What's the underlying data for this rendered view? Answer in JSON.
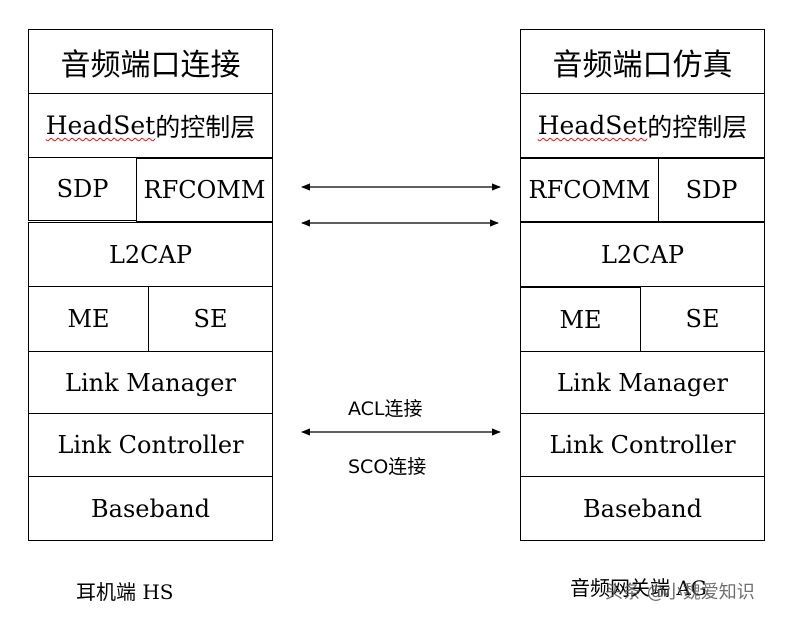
{
  "left_stack": {
    "title": "音频端口连接",
    "headset_prefix": "HeadSet",
    "headset_suffix": "的控制层",
    "sdp": "SDP",
    "rfcomm": "RFCOMM",
    "l2cap": "L2CAP",
    "me": "ME",
    "se": "SE",
    "link_manager": "Link Manager",
    "link_controller": "Link Controller",
    "baseband": "Baseband",
    "caption": "耳机端 HS"
  },
  "right_stack": {
    "title": "音频端口仿真",
    "headset_prefix": "HeadSet",
    "headset_suffix": "的控制层",
    "rfcomm": "RFCOMM",
    "sdp": "SDP",
    "l2cap": "L2CAP",
    "me": "ME",
    "se": "SE",
    "link_manager": "Link Manager",
    "link_controller": "Link Controller",
    "baseband": "Baseband",
    "caption": "音频网关端 AG"
  },
  "connections": {
    "acl": "ACL连接",
    "sco": "SCO连接"
  },
  "watermark": "头条 @小魏爱知识"
}
